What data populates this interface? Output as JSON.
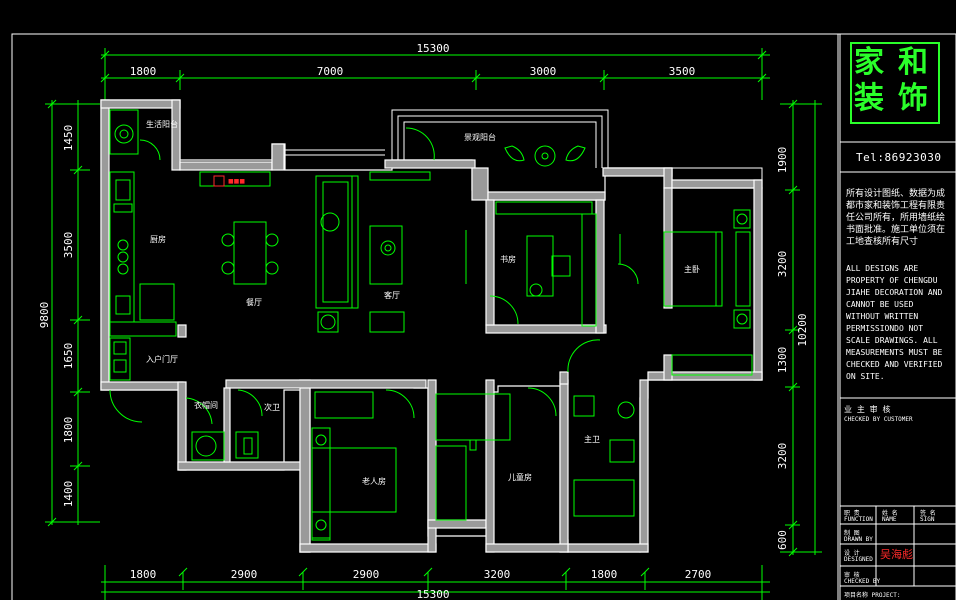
{
  "plan": {
    "dims_top": {
      "total": "15300",
      "seg1": "1800",
      "seg2": "7000",
      "seg3": "3000",
      "seg4": "3500"
    },
    "dims_bottom": {
      "total": "15300",
      "seg1": "1800",
      "seg2": "2900",
      "seg3": "2900",
      "seg4": "3200",
      "seg5": "1800",
      "seg6": "2700"
    },
    "dims_left": {
      "total": "9800",
      "seg1": "1450",
      "seg2": "3500",
      "seg3": "1650",
      "seg4": "1800",
      "seg5": "1400"
    },
    "dims_right": {
      "total": "10200",
      "seg1": "1900",
      "seg2": "3200",
      "seg3": "1300",
      "seg4": "3200",
      "seg5": "600"
    },
    "rooms": {
      "service_balcony": "生活阳台",
      "kitchen": "厨房",
      "dining": "餐厅",
      "living": "客厅",
      "view_balcony": "景观阳台",
      "study": "书房",
      "master_bedroom": "主卧",
      "entry_hall": "入户门厅",
      "cloakroom": "衣帽间",
      "guest_bath": "次卫",
      "elder_room": "老人房",
      "kids_room": "儿童房",
      "master_bath": "主卫"
    },
    "colors": {
      "wall": "#ffffff",
      "furniture": "#00ff00",
      "dimension": "#00ff00",
      "text": "#ffffff",
      "accent": "#ff2a2a",
      "background": "#000000"
    }
  },
  "title_block": {
    "logo_chars": [
      "家",
      "和",
      "装",
      "饰"
    ],
    "tel": "Tel:86923030",
    "notice_cn": "所有设计图纸、数据为成都市家和装饰工程有限责任公司所有，所用墙纸绘书面批准。施工单位须在工地查核所有尺寸",
    "notice_en": "ALL DESIGNS ARE PROPERTY OF CHENGDU JIAHE DECORATION AND CANNOT BE USED WITHOUT WRITTEN PERMISSIONDO NOT SCALE DRAWINGS. ALL MEASUREMENTS MUST BE CHECKED AND VERIFIED ON SITE.",
    "checked_cn": "业 主 审 核",
    "checked_en": "CHECKED BY CUSTOMER",
    "row_function_cn": "职 责",
    "row_function_en": "FUNCTION",
    "row_name_cn": "姓 名",
    "row_name_en": "NAME",
    "row_sign_cn": "签 名",
    "row_sign_en": "SIGN",
    "row_drawn_cn": "制 图",
    "row_drawn_en": "DRAWN BY",
    "row_design_cn": "设 计",
    "row_design_en": "DESIGNED",
    "row_check_cn": "审 核",
    "row_check_en": "CHECKED BY",
    "row_project": "项目名称 PROJECT:",
    "signature": "吴海彪"
  }
}
